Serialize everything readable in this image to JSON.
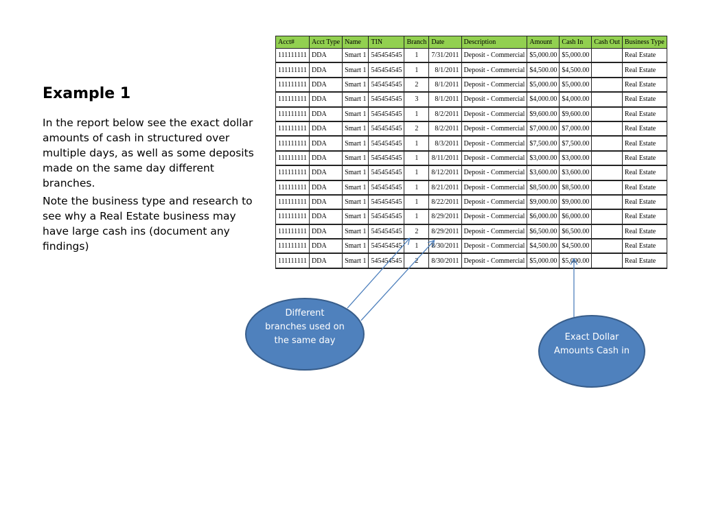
{
  "slide": {
    "title": "Example 1",
    "paragraphs": [
      "In the report below see the exact dollar amounts of cash in structured over multiple days, as well as some deposits made on the same day different branches.",
      "Note the business type and research to see why a Real Estate business may have large cash ins (document any findings)"
    ]
  },
  "table": {
    "columns": [
      "Acct#",
      "Acct Type",
      "Name",
      "TIN",
      "Branch",
      "Date",
      "Description",
      "Amount",
      "Cash In",
      "Cash Out",
      "Business Type"
    ],
    "rows": [
      [
        "111111111",
        "DDA",
        "Smart 1",
        "545454545",
        "1",
        "7/31/2011",
        "Deposit - Commercial",
        "$5,000.00",
        "$5,000.00",
        "",
        "Real Estate"
      ],
      [
        "111111111",
        "DDA",
        "Smart 1",
        "545454545",
        "1",
        "8/1/2011",
        "Deposit - Commercial",
        "$4,500.00",
        "$4,500.00",
        "",
        "Real Estate"
      ],
      [
        "111111111",
        "DDA",
        "Smart 1",
        "545454545",
        "2",
        "8/1/2011",
        "Deposit - Commercial",
        "$5,000.00",
        "$5,000.00",
        "",
        "Real Estate"
      ],
      [
        "111111111",
        "DDA",
        "Smart 1",
        "545454545",
        "3",
        "8/1/2011",
        "Deposit - Commercial",
        "$4,000.00",
        "$4,000.00",
        "",
        "Real Estate"
      ],
      [
        "111111111",
        "DDA",
        "Smart 1",
        "545454545",
        "1",
        "8/2/2011",
        "Deposit - Commercial",
        "$9,600.00",
        "$9,600.00",
        "",
        "Real Estate"
      ],
      [
        "111111111",
        "DDA",
        "Smart 1",
        "545454545",
        "2",
        "8/2/2011",
        "Deposit - Commercial",
        "$7,000.00",
        "$7,000.00",
        "",
        "Real Estate"
      ],
      [
        "111111111",
        "DDA",
        "Smart 1",
        "545454545",
        "1",
        "8/3/2011",
        "Deposit - Commercial",
        "$7,500.00",
        "$7,500.00",
        "",
        "Real Estate"
      ],
      [
        "111111111",
        "DDA",
        "Smart 1",
        "545454545",
        "1",
        "8/11/2011",
        "Deposit - Commercial",
        "$3,000.00",
        "$3,000.00",
        "",
        "Real Estate"
      ],
      [
        "111111111",
        "DDA",
        "Smart 1",
        "545454545",
        "1",
        "8/12/2011",
        "Deposit - Commercial",
        "$3,600.00",
        "$3,600.00",
        "",
        "Real Estate"
      ],
      [
        "111111111",
        "DDA",
        "Smart 1",
        "545454545",
        "1",
        "8/21/2011",
        "Deposit - Commercial",
        "$8,500.00",
        "$8,500.00",
        "",
        "Real Estate"
      ],
      [
        "111111111",
        "DDA",
        "Smart 1",
        "545454545",
        "1",
        "8/22/2011",
        "Deposit - Commercial",
        "$9,000.00",
        "$9,000.00",
        "",
        "Real Estate"
      ],
      [
        "111111111",
        "DDA",
        "Smart 1",
        "545454545",
        "1",
        "8/29/2011",
        "Deposit - Commercial",
        "$6,000.00",
        "$6,000.00",
        "",
        "Real Estate"
      ],
      [
        "111111111",
        "DDA",
        "Smart 1",
        "545454545",
        "2",
        "8/29/2011",
        "Deposit - Commercial",
        "$6,500.00",
        "$6,500.00",
        "",
        "Real Estate"
      ],
      [
        "111111111",
        "DDA",
        "Smart 1",
        "545454545",
        "1",
        "8/30/2011",
        "Deposit - Commercial",
        "$4,500.00",
        "$4,500.00",
        "",
        "Real Estate"
      ],
      [
        "111111111",
        "DDA",
        "Smart 1",
        "545454545",
        "2",
        "8/30/2011",
        "Deposit - Commercial",
        "$5,000.00",
        "$5,000.00",
        "",
        "Real Estate"
      ]
    ]
  },
  "callouts": {
    "branches": "Different branches used on the same day",
    "exact": "Exact Dollar Amounts Cash in"
  },
  "colors": {
    "header_green": "#92d050",
    "callout_fill": "#4f81bd",
    "callout_stroke": "#385d8a",
    "arrow": "#4f81bd"
  }
}
